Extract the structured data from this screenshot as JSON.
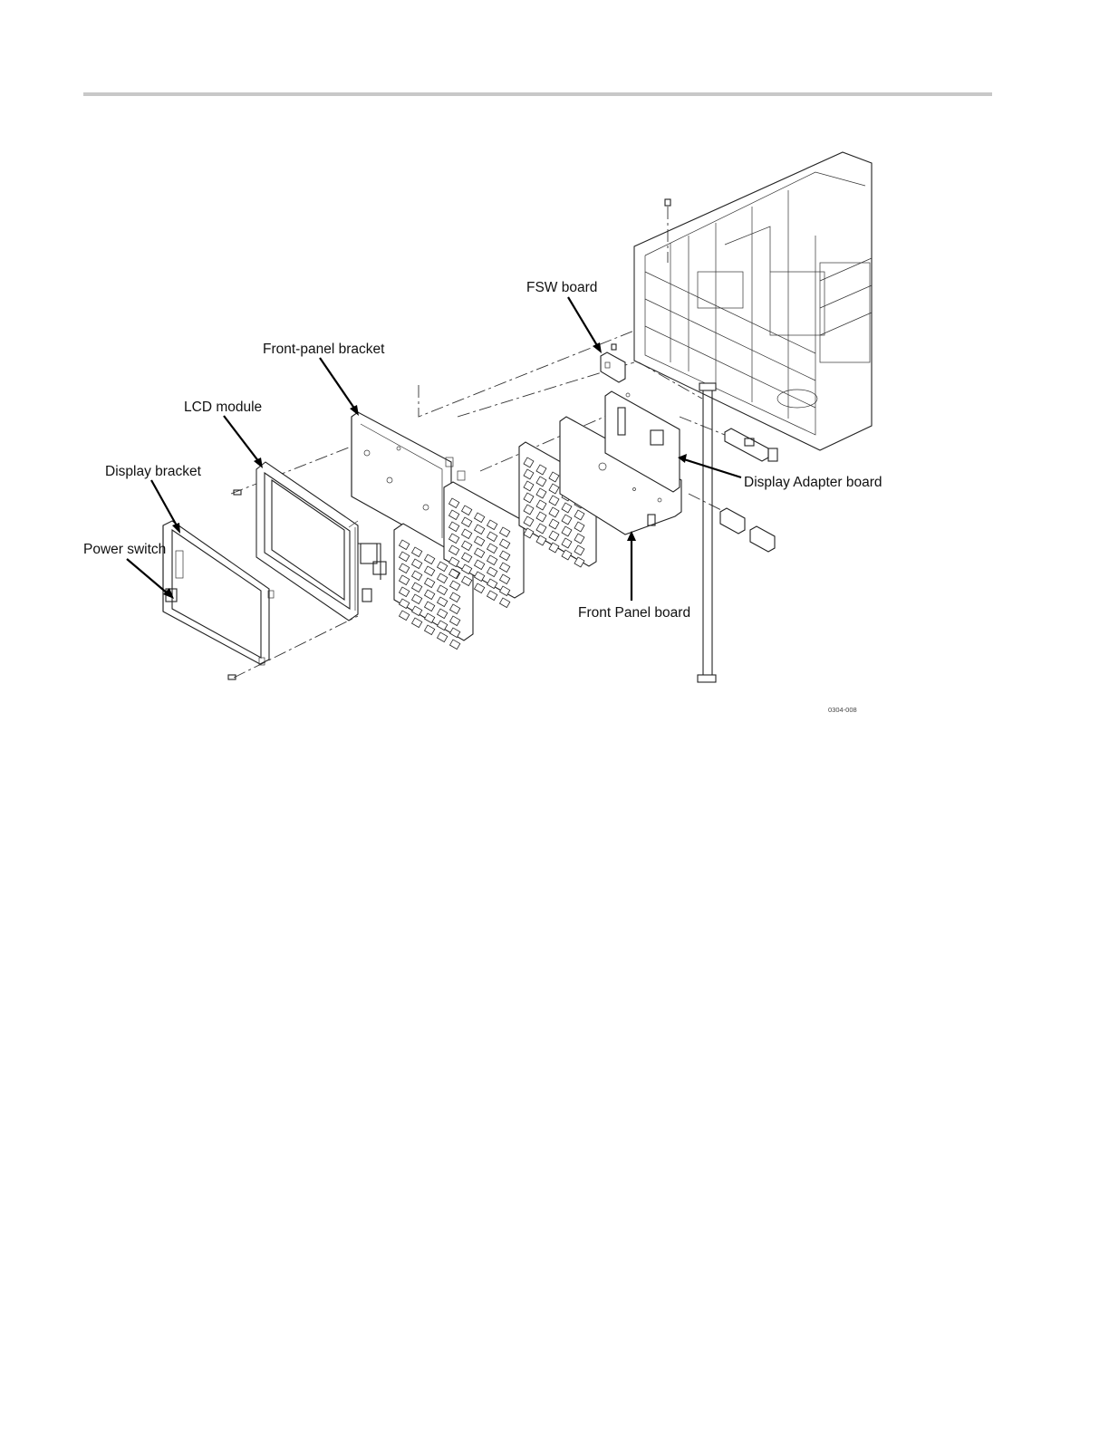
{
  "labels": {
    "fsw_board": "FSW board",
    "front_panel_bracket": "Front-panel bracket",
    "lcd_module": "LCD module",
    "display_bracket": "Display bracket",
    "power_switch": "Power switch",
    "display_adapter_board": "Display Adapter board",
    "front_panel_board": "Front Panel board"
  },
  "figure_id": "0304-008"
}
